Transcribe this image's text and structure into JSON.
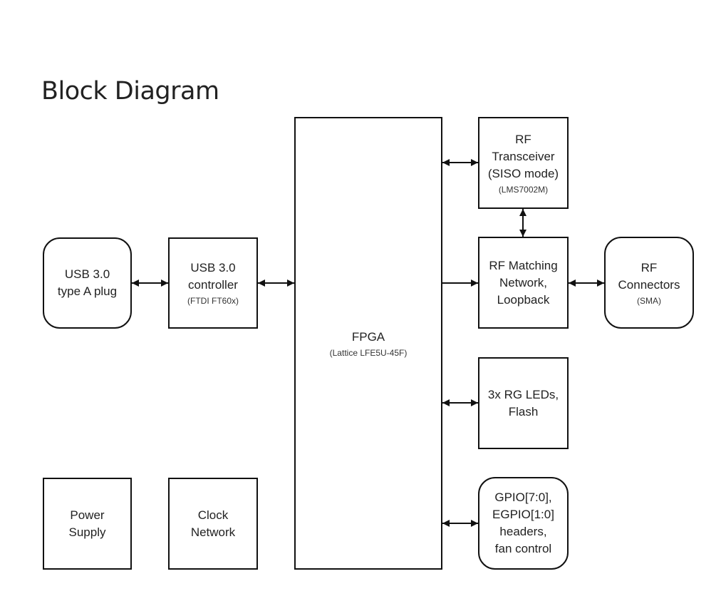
{
  "page": {
    "title": "Block Diagram"
  },
  "blocks": {
    "usb_plug": {
      "label": "USB 3.0\ntype A plug"
    },
    "usb_controller": {
      "label": "USB 3.0\ncontroller",
      "sublabel": "(FTDI FT60x)"
    },
    "fpga": {
      "label": "FPGA",
      "sublabel": "(Lattice LFE5U-45F)"
    },
    "rf_transceiver": {
      "label": "RF\nTransceiver\n(SISO mode)",
      "sublabel": "(LMS7002M)"
    },
    "rf_matching": {
      "label": "RF Matching\nNetwork,\nLoopback"
    },
    "rf_connectors": {
      "label": "RF\nConnectors",
      "sublabel": "(SMA)"
    },
    "leds_flash": {
      "label": "3x RG LEDs,\nFlash"
    },
    "gpio": {
      "label": "GPIO[7:0],\nEGPIO[1:0]\nheaders,\nfan control"
    },
    "power_supply": {
      "label": "Power\nSupply"
    },
    "clock_network": {
      "label": "Clock\nNetwork"
    }
  },
  "colors": {
    "stroke": "#111111",
    "background": "#ffffff"
  }
}
